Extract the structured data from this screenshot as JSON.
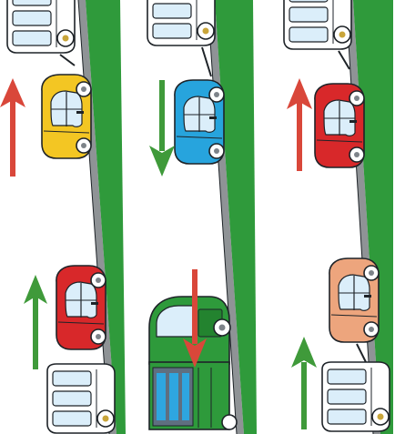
{
  "panels": [
    {
      "name": "left",
      "vehicles": [
        {
          "kind": "camper",
          "color": "#ffffff"
        },
        {
          "kind": "car",
          "color": "#f3c623"
        },
        {
          "kind": "car",
          "color": "#d8282a"
        },
        {
          "kind": "camper",
          "color": "#ffffff"
        }
      ],
      "arrows": [
        {
          "direction": "up",
          "color": "#d9473a"
        },
        {
          "direction": "up",
          "color": "#3f9a3a"
        }
      ]
    },
    {
      "name": "middle",
      "vehicles": [
        {
          "kind": "camper",
          "color": "#ffffff"
        },
        {
          "kind": "car",
          "color": "#27a4dd"
        },
        {
          "kind": "truck",
          "color": "#2e9a3b"
        }
      ],
      "arrows": [
        {
          "direction": "down",
          "color": "#3f9a3a"
        },
        {
          "direction": "down",
          "color": "#d9473a"
        }
      ]
    },
    {
      "name": "right",
      "vehicles": [
        {
          "kind": "camper",
          "color": "#ffffff"
        },
        {
          "kind": "car",
          "color": "#d8282a"
        },
        {
          "kind": "car",
          "color": "#eda57d"
        },
        {
          "kind": "camper",
          "color": "#ffffff"
        }
      ],
      "arrows": [
        {
          "direction": "up",
          "color": "#d9473a"
        },
        {
          "direction": "up",
          "color": "#3f9a3a"
        }
      ]
    }
  ],
  "colors": {
    "road_edge": "#8f9396",
    "verge": "#2f9a3b",
    "outline": "#1e2328",
    "window": "#dbeefa"
  }
}
